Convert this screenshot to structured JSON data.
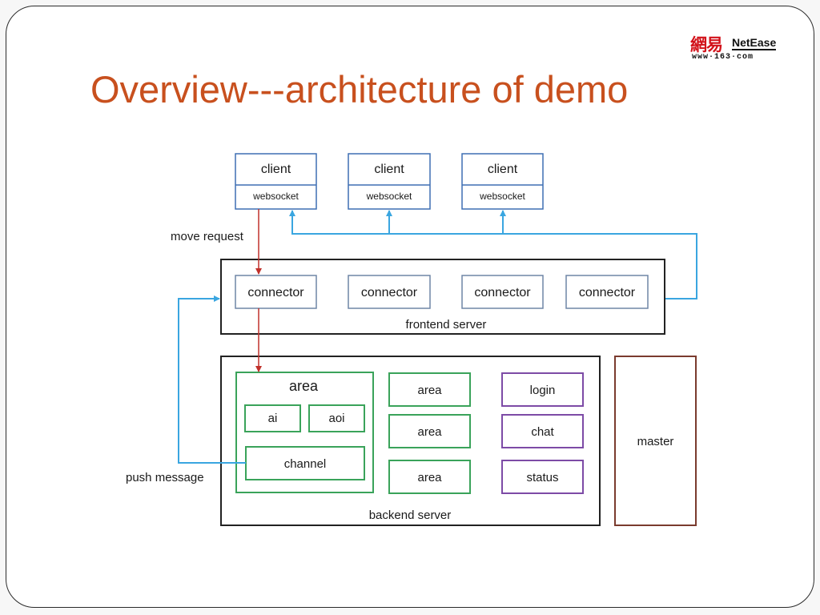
{
  "slide": {
    "title": "Overview---architecture of demo",
    "logo": {
      "chinese": "網易",
      "brand": "NetEase",
      "url": "www·163·com"
    }
  },
  "colors": {
    "title": "#c8501e",
    "client_box": "#3e6fb3",
    "connector_box": "#6f85a6",
    "area_box": "#3aa35a",
    "service_box": "#7d4ba6",
    "master_box": "#7a3b2e",
    "request_arrow": "#c0302a",
    "push_arrow": "#3aa6e0"
  },
  "diagram": {
    "clients": [
      {
        "name": "client",
        "transport": "websocket"
      },
      {
        "name": "client",
        "transport": "websocket"
      },
      {
        "name": "client",
        "transport": "websocket"
      }
    ],
    "move_request_label": "move request",
    "push_message_label": "push message",
    "frontend": {
      "label": "frontend server",
      "connectors": [
        "connector",
        "connector",
        "connector",
        "connector"
      ]
    },
    "backend": {
      "label": "backend server",
      "main_area": {
        "label": "area",
        "modules": [
          "ai",
          "aoi"
        ],
        "channel": "channel"
      },
      "areas": [
        "area",
        "area",
        "area"
      ],
      "services": [
        "login",
        "chat",
        "status"
      ]
    },
    "master": "master"
  }
}
